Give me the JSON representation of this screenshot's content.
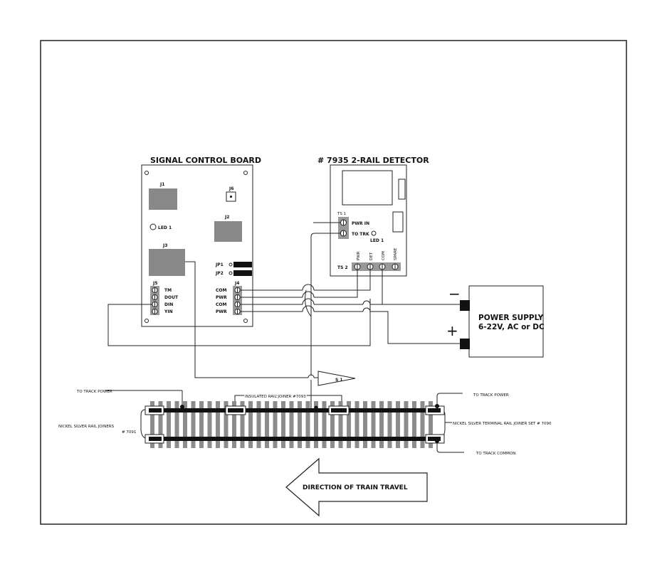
{
  "signal_board": {
    "title": "SIGNAL CONTROL BOARD",
    "j1": "J1",
    "j2": "J2",
    "j3": "J3",
    "j4": "J4",
    "j5": "J5",
    "j6": "J6",
    "led": "LED  1",
    "jp1": "JP1",
    "jp2": "JP2",
    "j4_pins": [
      "COM",
      "PWR",
      "COM",
      "PWR"
    ],
    "j5_pins": [
      "TM",
      "DOUT",
      "DIN",
      "YIN"
    ]
  },
  "detector": {
    "title": "# 7935 2-RAIL DETECTOR",
    "ts1": "TS 1",
    "pwr_in": "PWR IN",
    "to_trk": "TO TRK",
    "led": "LED 1",
    "ts2": "TS 2",
    "ts2_pins": [
      "PWR",
      "DET",
      "COM",
      "SPARE"
    ]
  },
  "power_supply": {
    "line1": "POWER SUPPLY",
    "line2": "6-22V, AC or DC",
    "minus": "−",
    "plus": "+"
  },
  "signal": {
    "label": "S 1"
  },
  "track": {
    "to_track_power_left": "TO TRACK POWER",
    "to_track_power_right": "TO TRACK POWER",
    "insulated_joiner": "INSULATED RAIL JOINER #7093",
    "nickel_joiners_line1": "NICKEL SILVER RAIL JOINERS",
    "nickel_joiners_line2": "# 7091",
    "terminal_joiner": "NICKEL SILVER TERMINAL RAIL JOINER SET # 7090",
    "to_track_common": "TO TRACK COMMON"
  },
  "direction_arrow": {
    "label": "DIRECTION OF TRAIN TRAVEL"
  }
}
